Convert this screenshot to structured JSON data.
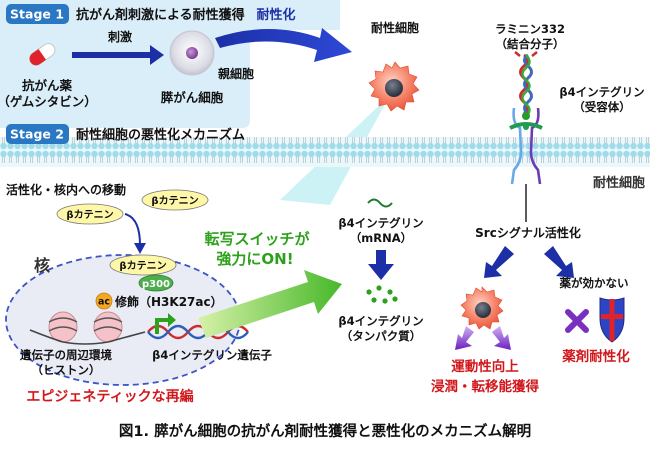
{
  "stage1": {
    "badge": "Stage 1",
    "title": "抗がん剤刺激による耐性獲得",
    "stimulus": "刺激",
    "drug_line1": "抗がん薬",
    "drug_line2": "（ゲムシタビン）",
    "parent_cell": "親細胞",
    "pancreatic_cell": "膵がん細胞",
    "resistance_label": "耐性化"
  },
  "resistant_cell_label": "耐性細胞",
  "laminin": {
    "name": "ラミニン332",
    "sub": "（結合分子）"
  },
  "integrin_receptor": {
    "name": "β4インテグリン",
    "sub": "（受容体）"
  },
  "stage2": {
    "badge": "Stage 2",
    "title": "耐性細胞の悪性化メカニズム"
  },
  "resistant_cell_region": "耐性細胞",
  "nucleus": {
    "activation": "活性化・核内への移動",
    "beta_catenin": "βカテニン",
    "nucleus_label": "核",
    "p300": "p300",
    "ac": "ac",
    "modification": "修飾（H3K27ac）",
    "histone_line1": "遺伝子の周辺環境",
    "histone_line2": "（ヒストン）",
    "gene": "β4インテグリン遺伝子",
    "epigenetic": "エピジェネティックな再編"
  },
  "switch": {
    "line1": "転写スイッチが",
    "line2": "強力にON!"
  },
  "mrna": {
    "name": "β4インテグリン",
    "sub": "（mRNA）"
  },
  "protein": {
    "name": "β4インテグリン",
    "sub": "（タンパク質）"
  },
  "src": "Srcシグナル活性化",
  "drug_ineffective": "薬が効かない",
  "motility": {
    "line1": "運動性向上",
    "line2": "浸潤・転移能獲得"
  },
  "drug_resistance": "薬剤耐性化",
  "caption": "図1. 膵がん細胞の抗がん剤耐性獲得と悪性化のメカニズム解明",
  "colors": {
    "stage_badge": "#2a78c4",
    "stage1_bg": "#d9eef8",
    "arrow_blue": "#1c2fa6",
    "green_text": "#2ea11c",
    "red_text": "#d1171c",
    "cancer_cell": "#f07a64",
    "membrane": "#aee3ef"
  }
}
